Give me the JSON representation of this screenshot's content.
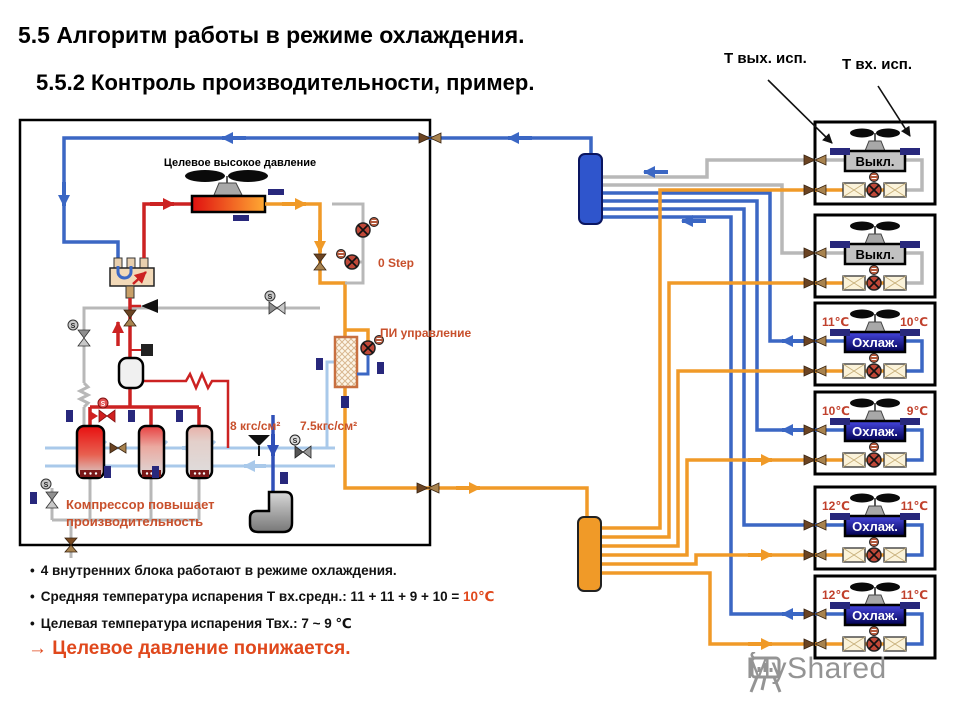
{
  "header": {
    "title": "5.5 Алгоритм работы в режиме охлаждения.",
    "subtitle": "5.5.2 Контроль производительности, пример."
  },
  "annotations": {
    "t_out_label": "Т вых. исп.",
    "t_in_label": "Т вх. исп."
  },
  "outdoor_unit": {
    "target_pressure_label": "Целевое высокое давление",
    "step_label": "0 Step",
    "pi_label": "ПИ управление",
    "pressure_high_label": "8 кгс/см²",
    "pressure_low_label": "7.5кгс/см²",
    "compressor_note_line1": "Компрессор повышает",
    "compressor_note_line2": "производительность",
    "solenoid_letter": "S"
  },
  "indoor_units": [
    {
      "status": "Выкл.",
      "mode": "off"
    },
    {
      "status": "Выкл.",
      "mode": "off"
    },
    {
      "status": "Охлаж.",
      "mode": "cooling",
      "temp_left": "11℃",
      "temp_right": "10℃"
    },
    {
      "status": "Охлаж.",
      "mode": "cooling",
      "temp_left": "10℃",
      "temp_right": "9℃"
    },
    {
      "status": "Охлаж.",
      "mode": "cooling",
      "temp_left": "12℃",
      "temp_right": "11℃"
    },
    {
      "status": "Охлаж.",
      "mode": "cooling",
      "temp_left": "12℃",
      "temp_right": "11℃"
    }
  ],
  "notes": {
    "bullet_char": "•",
    "bullet1": "4 внутренних блока работают в режиме охлаждения.",
    "bullet2_prefix": "Средняя температура испарения Т вх.средн.: 11 + 11 + 9 + 10 = ",
    "bullet2_value": "10℃",
    "bullet3": "Целевая температура испарения Твх.: 7 ~ 9 ℃",
    "conclusion": "→ Целевое давление понижается."
  },
  "watermark": {
    "text": "MyShared"
  },
  "colors": {
    "suction_blue": "#3b67c4",
    "liquid_orange": "#f09a28",
    "discharge_red": "#cc2222",
    "pipe_gray": "#b8b8b8",
    "light_blue": "#a9c9ea",
    "sensor_navy": "#28287c",
    "label_red": "#c8502c",
    "status_off_fill": "#c2c2c2",
    "status_cool_fill": "#1c1cb0"
  }
}
